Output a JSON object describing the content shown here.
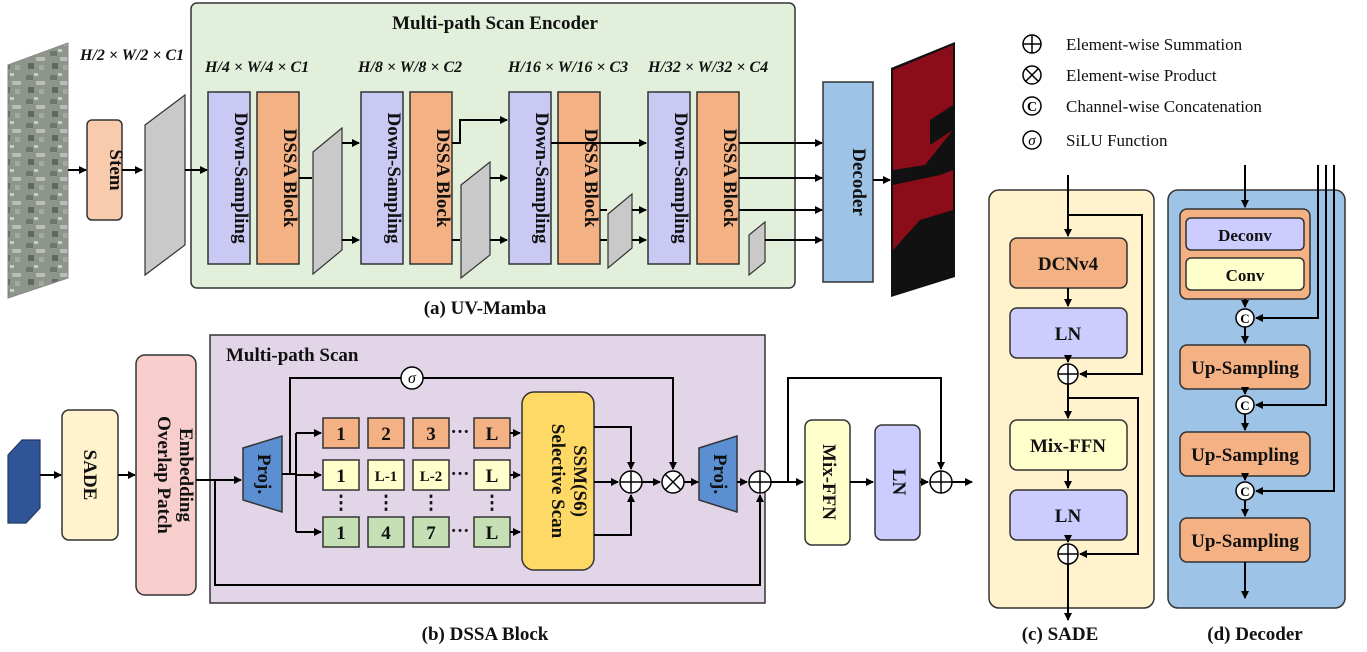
{
  "encoder": {
    "title": "Multi-path Scan Encoder",
    "caption": "(a) UV-Mamba",
    "stem": "Stem",
    "down_sampling": "Down-Sampling",
    "dssa_block": "DSSA Block",
    "decoder": "Decoder",
    "dims": [
      "H/2 × W/2 × C1",
      "H/4 × W/4 × C1",
      "H/8 × W/8 × C2",
      "H/16 × W/16 × C3",
      "H/32 × W/32 × C4"
    ]
  },
  "legend": {
    "items": [
      {
        "symbol": "⊕",
        "label": "Element-wise Summation"
      },
      {
        "symbol": "⊗",
        "label": "Element-wise Product"
      },
      {
        "symbol": "©",
        "label": "Channel-wise Concatenation"
      },
      {
        "symbol": "σ",
        "label": "SiLU Function"
      }
    ]
  },
  "dssa": {
    "title": "Multi-path Scan",
    "caption": "(b) DSSA Block",
    "sade": "SADE",
    "overlap_line1": "Overlap Patch",
    "overlap_line2": "Embedding",
    "proj": "Proj.",
    "sigma": "σ",
    "ssm_line1": "Selective Scan",
    "ssm_line2": "SSM(S6)",
    "mix_ffn": "Mix-FFN",
    "ln": "LN",
    "ellipsis": "···",
    "vdots": "⋮",
    "rows": [
      [
        "1",
        "2",
        "3",
        "L"
      ],
      [
        "1",
        "L-1",
        "L-2",
        "L"
      ],
      [
        "1",
        "4",
        "7",
        "L"
      ]
    ]
  },
  "sade_detail": {
    "caption": "(c) SADE",
    "dcn": "DCNv4",
    "ln": "LN",
    "mix_ffn": "Mix-FFN"
  },
  "decoder_detail": {
    "caption": "(d) Decoder",
    "deconv": "Deconv",
    "conv": "Conv",
    "up_sampling": "Up-Sampling",
    "concat": "C"
  }
}
